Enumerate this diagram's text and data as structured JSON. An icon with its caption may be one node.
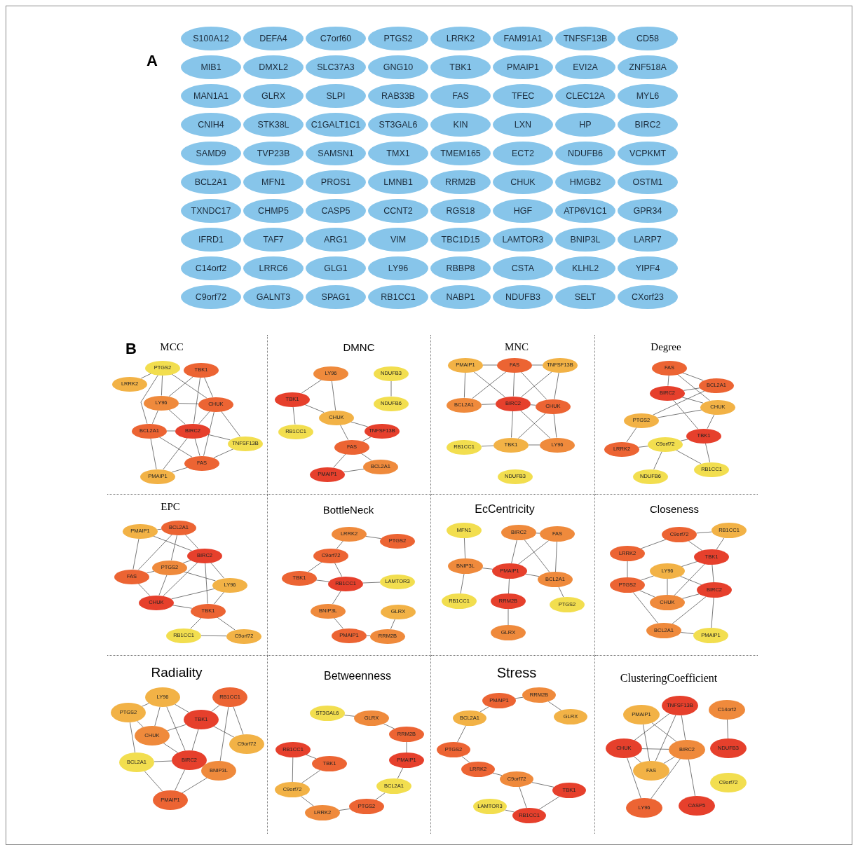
{
  "diagram": {
    "nodes": [
      {
        "text": [
          "S100A12"
        ]
      },
      {
        "text": [
          "DEFA4"
        ]
      },
      {
        "text": [
          "C7orf60"
        ]
      },
      {
        "text": [
          "PTGS2"
        ]
      },
      {
        "text": [
          "LRRK2"
        ]
      },
      {
        "text": [
          "FAM91A1"
        ]
      },
      {
        "text": [
          "TNFSF13B"
        ]
      },
      {
        "text": [
          "CD58"
        ]
      },
      {
        "text": [
          "MIB1"
        ]
      },
      {
        "text": [
          "DMXL2"
        ]
      },
      {
        "text": [
          "SLC37A3"
        ]
      },
      {
        "text": [
          "GNG10"
        ]
      },
      {
        "text": [
          "TBK1"
        ]
      },
      {
        "text": [
          "PMAIP1"
        ]
      },
      {
        "text": [
          "EVI2A"
        ]
      },
      {
        "text": [
          "ZNF518A"
        ]
      },
      {
        "text": [
          "MAN1A1"
        ]
      },
      {
        "text": [
          "GLRX"
        ]
      },
      {
        "text": [
          "SLPI"
        ]
      },
      {
        "text": [
          "RAB33B"
        ]
      },
      {
        "text": [
          "FAS"
        ]
      },
      {
        "text": [
          "TFEC"
        ]
      },
      {
        "text": [
          "CLEC12A"
        ]
      },
      {
        "text": [
          "MYL6"
        ]
      },
      {
        "text": [
          "CNIH4"
        ]
      },
      {
        "text": [
          "STK38L"
        ]
      },
      {
        "text": [
          "C1GALT1C1"
        ]
      },
      {
        "text": [
          "ST3GAL6"
        ]
      },
      {
        "text": [
          "KIN"
        ]
      },
      {
        "text": [
          "LXN"
        ]
      },
      {
        "text": [
          "HP"
        ]
      },
      {
        "text": [
          "BIRC2"
        ]
      },
      {
        "text": [
          "SAMD9"
        ]
      },
      {
        "text": [
          "TVP23B"
        ]
      },
      {
        "text": [
          "SAMSN1"
        ]
      },
      {
        "text": [
          "TMX1"
        ]
      },
      {
        "text": [
          "TMEM165"
        ]
      },
      {
        "text": [
          "ECT2"
        ]
      },
      {
        "text": [
          "NDUFB6"
        ]
      },
      {
        "text": [
          "VCPKMT"
        ]
      },
      {
        "text": [
          "BCL2A1"
        ]
      },
      {
        "text": [
          "MFN1"
        ]
      },
      {
        "text": [
          "PROS1"
        ]
      },
      {
        "text": [
          "LMNB1"
        ]
      },
      {
        "text": [
          "RRM2B"
        ]
      },
      {
        "text": [
          "CHUK"
        ]
      },
      {
        "text": [
          "HMGB2"
        ]
      },
      {
        "text": [
          "OSTM1"
        ]
      },
      {
        "text": [
          "TXNDC17"
        ]
      },
      {
        "text": [
          "CHMP5"
        ]
      },
      {
        "text": [
          "CASP5"
        ]
      },
      {
        "text": [
          "CCNT2"
        ]
      },
      {
        "text": [
          "RGS18"
        ]
      },
      {
        "text": [
          "HGF"
        ]
      },
      {
        "text": [
          "ATP6V1C1"
        ]
      },
      {
        "text": [
          "GPR34"
        ]
      },
      {
        "text": [
          "IFRD1"
        ]
      },
      {
        "text": [
          "TAF7"
        ]
      },
      {
        "text": [
          "ARG1"
        ]
      },
      {
        "text": [
          "VIM"
        ]
      },
      {
        "text": [
          "TBC1D15"
        ]
      },
      {
        "text": [
          "LAMTOR3"
        ]
      },
      {
        "text": [
          "BNIP3L"
        ]
      },
      {
        "text": [
          "LARP7"
        ]
      },
      {
        "text": [
          "C14orf2"
        ]
      },
      {
        "text": [
          "LRRC6"
        ]
      },
      {
        "text": [
          "GLG1"
        ]
      },
      {
        "text": [
          "LY96"
        ]
      },
      {
        "text": [
          "RBBP8"
        ]
      },
      {
        "text": [
          "CSTA"
        ]
      },
      {
        "text": [
          "KLHL2"
        ]
      },
      {
        "text": [
          "YIPF4"
        ]
      },
      {
        "text": [
          "C9orf72"
        ]
      },
      {
        "text": [
          "GALNT3"
        ]
      },
      {
        "text": [
          "SPAG1"
        ]
      },
      {
        "text": [
          "RB1CC1"
        ]
      },
      {
        "text": [
          "NABP1"
        ]
      },
      {
        "text": [
          "NDUFB3"
        ]
      },
      {
        "text": [
          "SELT"
        ]
      },
      {
        "text": [
          "CXorf23"
        ]
      },
      {
        "text": [
          "MCC"
        ]
      },
      {
        "text": [
          "PTGS2"
        ],
        "in": 80
      },
      {
        "text": [
          "TBK1"
        ],
        "in": 80
      },
      {
        "text": [
          "LRRK2"
        ],
        "in": 80
      },
      {
        "text": [
          "LY96"
        ],
        "in": 80
      },
      {
        "text": [
          "CHUK"
        ],
        "in": 80
      },
      {
        "text": [
          "BCL2A1"
        ],
        "in": 80
      },
      {
        "text": [
          "BIRC2"
        ],
        "in": 80
      },
      {
        "text": [
          "TNFSF13B"
        ],
        "in": 80
      },
      {
        "text": [
          "FAS"
        ],
        "in": 80
      },
      {
        "text": [
          "PMAIP1"
        ],
        "in": 80
      },
      {
        "text": [
          "DMNC"
        ]
      },
      {
        "text": [
          "LY96"
        ],
        "in": 91
      },
      {
        "text": [
          "NDUFB3"
        ],
        "in": 91
      },
      {
        "text": [
          "TBK1"
        ],
        "in": 91
      },
      {
        "text": [
          "NDUFB6"
        ],
        "in": 91
      },
      {
        "text": [
          "CHUK"
        ],
        "in": 91
      },
      {
        "text": [
          "RB1CC1"
        ],
        "in": 91
      },
      {
        "text": [
          "TNFSF13B"
        ],
        "in": 91
      },
      {
        "text": [
          "FAS"
        ],
        "in": 91
      },
      {
        "text": [
          "BCL2A1"
        ],
        "in": 91
      },
      {
        "text": [
          "PMAIP1"
        ],
        "in": 91
      },
      {
        "text": [
          "MNC"
        ]
      },
      {
        "text": [
          "PMAIP1"
        ],
        "in": 102
      },
      {
        "text": [
          "FAS"
        ],
        "in": 102
      },
      {
        "text": [
          "TNFSF13B"
        ],
        "in": 102
      },
      {
        "text": [
          "BCL2A1"
        ],
        "in": 102
      },
      {
        "text": [
          "BIRC2"
        ],
        "in": 102
      },
      {
        "text": [
          "CHUK"
        ],
        "in": 102
      },
      {
        "text": [
          "RB1CC1"
        ],
        "in": 102
      },
      {
        "text": [
          "TBK1"
        ],
        "in": 102
      },
      {
        "text": [
          "LY96"
        ],
        "in": 102
      },
      {
        "text": [
          "NDUFB3"
        ],
        "in": 102
      },
      {
        "text": [
          "Degree"
        ]
      },
      {
        "text": [
          "FAS"
        ],
        "in": 113
      },
      {
        "text": [
          "BCL2A1"
        ],
        "in": 113
      },
      {
        "text": [
          "BIRC2"
        ],
        "in": 113
      },
      {
        "text": [
          "CHUK"
        ],
        "in": 113
      },
      {
        "text": [
          "PTGS2"
        ],
        "in": 113
      },
      {
        "text": [
          "TBK1"
        ],
        "in": 113
      },
      {
        "text": [
          "C9orf72"
        ],
        "in": 113
      },
      {
        "text": [
          "LRRK2"
        ],
        "in": 113
      },
      {
        "text": [
          "RB1CC1"
        ],
        "in": 113
      },
      {
        "text": [
          "NDUFB6"
        ],
        "in": 113
      },
      {
        "text": [
          "EPC"
        ]
      },
      {
        "text": [
          "PMAIP1"
        ],
        "in": 124
      },
      {
        "text": [
          "BCL2A1"
        ],
        "in": 124
      },
      {
        "text": [
          "BIRC2"
        ],
        "in": 124
      },
      {
        "text": [
          "PTGS2"
        ],
        "in": 124
      },
      {
        "text": [
          "FAS"
        ],
        "in": 124
      },
      {
        "text": [
          "LY96"
        ],
        "in": 124
      },
      {
        "text": [
          "CHUK"
        ],
        "in": 124
      },
      {
        "text": [
          "TBK1"
        ],
        "in": 124
      },
      {
        "text": [
          "RB1CC1"
        ],
        "in": 124
      },
      {
        "text": [
          "C9orf72"
        ],
        "in": 124
      },
      {
        "text": [
          "BottleNeck"
        ]
      },
      {
        "text": [
          "LRRK2"
        ],
        "in": 135
      },
      {
        "text": [
          "PTGS2"
        ],
        "in": 135
      },
      {
        "text": [
          "C9orf72"
        ],
        "in": 135
      },
      {
        "text": [
          "TBK1"
        ],
        "in": 135
      },
      {
        "text": [
          "RB1CC1"
        ],
        "in": 135
      },
      {
        "text": [
          "LAMTOR3"
        ],
        "in": 135
      },
      {
        "text": [
          "BNIP3L"
        ],
        "in": 135
      },
      {
        "text": [
          "GLRX"
        ],
        "in": 135
      },
      {
        "text": [
          "PMAIP1"
        ],
        "in": 135
      },
      {
        "text": [
          "RRM2B"
        ],
        "in": 135
      },
      {
        "text": [
          "EcCentricity"
        ]
      },
      {
        "text": [
          "MFN1"
        ],
        "in": 146
      },
      {
        "text": [
          "BIRC2"
        ],
        "in": 146
      },
      {
        "text": [
          "FAS"
        ],
        "in": 146
      },
      {
        "text": [
          "BNIP3L"
        ],
        "in": 146
      },
      {
        "text": [
          "PMAIP1"
        ],
        "in": 146
      },
      {
        "text": [
          "BCL2A1"
        ],
        "in": 146
      },
      {
        "text": [
          "RB1CC1"
        ],
        "in": 146
      },
      {
        "text": [
          "RRM2B"
        ],
        "in": 146
      },
      {
        "text": [
          "PTGS2"
        ],
        "in": 146
      },
      {
        "text": [
          "GLRX"
        ],
        "in": 146
      },
      {
        "text": [
          "Closeness"
        ]
      },
      {
        "text": [
          "C9orf72"
        ],
        "in": 157
      },
      {
        "text": [
          "RB1CC1"
        ],
        "in": 157
      },
      {
        "text": [
          "LRRK2"
        ],
        "in": 157
      },
      {
        "text": [
          "TBK1"
        ],
        "in": 157
      },
      {
        "text": [
          "LY96"
        ],
        "in": 157
      },
      {
        "text": [
          "PTGS2"
        ],
        "in": 157
      },
      {
        "text": [
          "BIRC2"
        ],
        "in": 157
      },
      {
        "text": [
          "CHUK"
        ],
        "in": 157
      },
      {
        "text": [
          "BCL2A1"
        ],
        "in": 157
      },
      {
        "text": [
          "PMAIP1"
        ],
        "in": 157
      },
      {
        "text": [
          "Radiality"
        ]
      },
      {
        "text": [
          "LY96"
        ],
        "in": 168
      },
      {
        "text": [
          "RB1CC1"
        ],
        "in": 168
      },
      {
        "text": [
          "PTGS2"
        ],
        "in": 168
      },
      {
        "text": [
          "TBK1"
        ],
        "in": 168
      },
      {
        "text": [
          "CHUK"
        ],
        "in": 168
      },
      {
        "text": [
          "C9orf72"
        ],
        "in": 168
      },
      {
        "text": [
          "BCL2A1"
        ],
        "in": 168
      },
      {
        "text": [
          "BIRC2"
        ],
        "in": 168
      },
      {
        "text": [
          "BNIP3L"
        ],
        "in": 168
      },
      {
        "text": [
          "PMAIP1"
        ],
        "in": 168
      },
      {
        "text": [
          "Betweenness"
        ]
      },
      {
        "text": [
          "ST3GAL6"
        ],
        "in": 179
      },
      {
        "text": [
          "GLRX"
        ],
        "in": 179
      },
      {
        "text": [
          "RRM2B"
        ],
        "in": 179
      },
      {
        "text": [
          "RB1CC1"
        ],
        "in": 179
      },
      {
        "text": [
          "PMAIP1"
        ],
        "in": 179
      },
      {
        "text": [
          "TBK1"
        ],
        "in": 179
      },
      {
        "text": [
          "BCL2A1"
        ],
        "in": 179
      },
      {
        "text": [
          "C9orf72"
        ],
        "in": 179
      },
      {
        "text": [
          "PTGS2"
        ],
        "in": 179
      },
      {
        "text": [
          "LRRK2"
        ],
        "in": 179
      },
      {
        "text": [
          "Stress"
        ]
      },
      {
        "text": [
          "RRM2B"
        ],
        "in": 190
      },
      {
        "text": [
          "PMAIP1"
        ],
        "in": 190
      },
      {
        "text": [
          "BCL2A1"
        ],
        "in": 190
      },
      {
        "text": [
          "GLRX"
        ],
        "in": 190
      },
      {
        "text": [
          "PTGS2"
        ],
        "in": 190
      },
      {
        "text": [
          "LRRK2"
        ],
        "in": 190
      },
      {
        "text": [
          "C9orf72"
        ],
        "in": 190
      },
      {
        "text": [
          "TBK1"
        ],
        "in": 190
      },
      {
        "text": [
          "LAMTOR3"
        ],
        "in": 190
      },
      {
        "text": [
          "RB1CC1"
        ],
        "in": 190
      },
      {
        "text": [
          "ClusteringCoefficient"
        ]
      },
      {
        "text": [
          "TNFSF13B"
        ],
        "in": 201
      },
      {
        "text": [
          "PMAIP1"
        ],
        "in": 201
      },
      {
        "text": [
          "C14orf2"
        ],
        "in": 201
      },
      {
        "text": [
          "CHUK"
        ],
        "in": 201
      },
      {
        "text": [
          "BIRC2"
        ],
        "in": 201
      },
      {
        "text": [
          "NDUFB3"
        ],
        "in": 201
      },
      {
        "text": [
          "FAS"
        ],
        "in": 201
      },
      {
        "text": [
          "C9orf72"
        ],
        "in": 201
      },
      {
        "text": [
          "LY96"
        ],
        "in": 201
      },
      {
        "text": [
          "CASP5"
        ],
        "in": 201
      }
    ],
    "edges": [
      {
        "from": 81,
        "to": 83,
        "arrow": "none"
      },
      {
        "from": 81,
        "to": 84,
        "arrow": "none"
      },
      {
        "from": 81,
        "to": 86,
        "arrow": "none"
      },
      {
        "from": 81,
        "to": 85,
        "arrow": "none"
      },
      {
        "from": 82,
        "to": 84,
        "arrow": "none"
      },
      {
        "from": 82,
        "to": 87,
        "arrow": "none"
      },
      {
        "from": 82,
        "to": 85,
        "arrow": "none"
      },
      {
        "from": 84,
        "to": 85,
        "arrow": "none"
      },
      {
        "from": 84,
        "to": 86,
        "arrow": "none"
      },
      {
        "from": 84,
        "to": 87,
        "arrow": "none"
      },
      {
        "from": 85,
        "to": 87,
        "arrow": "none"
      },
      {
        "from": 85,
        "to": 89,
        "arrow": "none"
      },
      {
        "from": 85,
        "to": 88,
        "arrow": "none"
      },
      {
        "from": 86,
        "to": 87,
        "arrow": "none"
      },
      {
        "from": 86,
        "to": 89,
        "arrow": "none"
      },
      {
        "from": 86,
        "to": 90,
        "arrow": "none"
      },
      {
        "from": 87,
        "to": 89,
        "arrow": "none"
      },
      {
        "from": 87,
        "to": 88,
        "arrow": "none"
      },
      {
        "from": 87,
        "to": 90,
        "arrow": "none"
      },
      {
        "from": 89,
        "to": 88,
        "arrow": "none"
      },
      {
        "from": 89,
        "to": 90,
        "arrow": "none"
      },
      {
        "from": 92,
        "to": 94,
        "arrow": "none"
      },
      {
        "from": 92,
        "to": 96,
        "arrow": "none"
      },
      {
        "from": 93,
        "to": 95,
        "arrow": "none"
      },
      {
        "from": 94,
        "to": 96,
        "arrow": "none"
      },
      {
        "from": 94,
        "to": 97,
        "arrow": "none"
      },
      {
        "from": 96,
        "to": 98,
        "arrow": "none"
      },
      {
        "from": 96,
        "to": 99,
        "arrow": "none"
      },
      {
        "from": 99,
        "to": 98,
        "arrow": "none"
      },
      {
        "from": 99,
        "to": 101,
        "arrow": "none"
      },
      {
        "from": 99,
        "to": 100,
        "arrow": "none"
      },
      {
        "from": 101,
        "to": 100,
        "arrow": "none"
      },
      {
        "from": 103,
        "to": 104,
        "arrow": "none"
      },
      {
        "from": 104,
        "to": 105,
        "arrow": "none"
      },
      {
        "from": 103,
        "to": 106,
        "arrow": "none"
      },
      {
        "from": 103,
        "to": 107,
        "arrow": "none"
      },
      {
        "from": 104,
        "to": 106,
        "arrow": "none"
      },
      {
        "from": 104,
        "to": 107,
        "arrow": "none"
      },
      {
        "from": 104,
        "to": 108,
        "arrow": "none"
      },
      {
        "from": 105,
        "to": 107,
        "arrow": "none"
      },
      {
        "from": 105,
        "to": 108,
        "arrow": "none"
      },
      {
        "from": 106,
        "to": 107,
        "arrow": "none"
      },
      {
        "from": 107,
        "to": 108,
        "arrow": "none"
      },
      {
        "from": 107,
        "to": 110,
        "arrow": "none"
      },
      {
        "from": 107,
        "to": 111,
        "arrow": "none"
      },
      {
        "from": 108,
        "to": 110,
        "arrow": "none"
      },
      {
        "from": 108,
        "to": 111,
        "arrow": "none"
      },
      {
        "from": 109,
        "to": 110,
        "arrow": "none"
      },
      {
        "from": 110,
        "to": 111,
        "arrow": "none"
      },
      {
        "from": 114,
        "to": 116,
        "arrow": "none"
      },
      {
        "from": 114,
        "to": 115,
        "arrow": "none"
      },
      {
        "from": 114,
        "to": 117,
        "arrow": "none"
      },
      {
        "from": 116,
        "to": 115,
        "arrow": "none"
      },
      {
        "from": 116,
        "to": 117,
        "arrow": "none"
      },
      {
        "from": 116,
        "to": 119,
        "arrow": "none"
      },
      {
        "from": 115,
        "to": 118,
        "arrow": "none"
      },
      {
        "from": 118,
        "to": 117,
        "arrow": "none"
      },
      {
        "from": 117,
        "to": 119,
        "arrow": "none"
      },
      {
        "from": 118,
        "to": 121,
        "arrow": "none"
      },
      {
        "from": 121,
        "to": 120,
        "arrow": "none"
      },
      {
        "from": 120,
        "to": 119,
        "arrow": "none"
      },
      {
        "from": 120,
        "to": 122,
        "arrow": "none"
      },
      {
        "from": 120,
        "to": 123,
        "arrow": "none"
      },
      {
        "from": 119,
        "to": 122,
        "arrow": "none"
      },
      {
        "from": 125,
        "to": 126,
        "arrow": "none"
      },
      {
        "from": 125,
        "to": 129,
        "arrow": "none"
      },
      {
        "from": 125,
        "to": 127,
        "arrow": "none"
      },
      {
        "from": 126,
        "to": 129,
        "arrow": "none"
      },
      {
        "from": 126,
        "to": 128,
        "arrow": "none"
      },
      {
        "from": 126,
        "to": 127,
        "arrow": "none"
      },
      {
        "from": 129,
        "to": 128,
        "arrow": "none"
      },
      {
        "from": 129,
        "to": 131,
        "arrow": "none"
      },
      {
        "from": 128,
        "to": 127,
        "arrow": "none"
      },
      {
        "from": 128,
        "to": 130,
        "arrow": "none"
      },
      {
        "from": 128,
        "to": 131,
        "arrow": "none"
      },
      {
        "from": 131,
        "to": 127,
        "arrow": "none"
      },
      {
        "from": 127,
        "to": 130,
        "arrow": "none"
      },
      {
        "from": 127,
        "to": 132,
        "arrow": "none"
      },
      {
        "from": 131,
        "to": 130,
        "arrow": "none"
      },
      {
        "from": 131,
        "to": 132,
        "arrow": "none"
      },
      {
        "from": 130,
        "to": 132,
        "arrow": "none"
      },
      {
        "from": 132,
        "to": 133,
        "arrow": "none"
      },
      {
        "from": 132,
        "to": 134,
        "arrow": "none"
      },
      {
        "from": 133,
        "to": 134,
        "arrow": "none"
      },
      {
        "from": 136,
        "to": 137,
        "arrow": "none"
      },
      {
        "from": 136,
        "to": 138,
        "arrow": "none"
      },
      {
        "from": 138,
        "to": 139,
        "arrow": "none"
      },
      {
        "from": 138,
        "to": 140,
        "arrow": "none"
      },
      {
        "from": 139,
        "to": 140,
        "arrow": "none"
      },
      {
        "from": 140,
        "to": 141,
        "arrow": "none"
      },
      {
        "from": 140,
        "to": 142,
        "arrow": "none"
      },
      {
        "from": 142,
        "to": 144,
        "arrow": "none"
      },
      {
        "from": 144,
        "to": 145,
        "arrow": "none"
      },
      {
        "from": 145,
        "to": 143,
        "arrow": "none"
      },
      {
        "from": 147,
        "to": 150,
        "arrow": "none"
      },
      {
        "from": 150,
        "to": 153,
        "arrow": "none"
      },
      {
        "from": 150,
        "to": 151,
        "arrow": "none"
      },
      {
        "from": 148,
        "to": 149,
        "arrow": "none"
      },
      {
        "from": 148,
        "to": 151,
        "arrow": "none"
      },
      {
        "from": 148,
        "to": 152,
        "arrow": "none"
      },
      {
        "from": 149,
        "to": 151,
        "arrow": "none"
      },
      {
        "from": 149,
        "to": 152,
        "arrow": "none"
      },
      {
        "from": 151,
        "to": 152,
        "arrow": "none"
      },
      {
        "from": 151,
        "to": 154,
        "arrow": "none"
      },
      {
        "from": 154,
        "to": 156,
        "arrow": "none"
      },
      {
        "from": 152,
        "to": 155,
        "arrow": "none"
      },
      {
        "from": 158,
        "to": 159,
        "arrow": "none"
      },
      {
        "from": 158,
        "to": 160,
        "arrow": "none"
      },
      {
        "from": 158,
        "to": 161,
        "arrow": "none"
      },
      {
        "from": 159,
        "to": 161,
        "arrow": "none"
      },
      {
        "from": 160,
        "to": 163,
        "arrow": "none"
      },
      {
        "from": 161,
        "to": 162,
        "arrow": "none"
      },
      {
        "from": 161,
        "to": 165,
        "arrow": "none"
      },
      {
        "from": 161,
        "to": 164,
        "arrow": "none"
      },
      {
        "from": 162,
        "to": 163,
        "arrow": "none"
      },
      {
        "from": 162,
        "to": 165,
        "arrow": "none"
      },
      {
        "from": 162,
        "to": 164,
        "arrow": "none"
      },
      {
        "from": 163,
        "to": 165,
        "arrow": "none"
      },
      {
        "from": 163,
        "to": 166,
        "arrow": "none"
      },
      {
        "from": 165,
        "to": 164,
        "arrow": "none"
      },
      {
        "from": 164,
        "to": 166,
        "arrow": "none"
      },
      {
        "from": 164,
        "to": 167,
        "arrow": "none"
      },
      {
        "from": 166,
        "to": 167,
        "arrow": "none"
      },
      {
        "from": 169,
        "to": 171,
        "arrow": "none"
      },
      {
        "from": 169,
        "to": 173,
        "arrow": "none"
      },
      {
        "from": 169,
        "to": 172,
        "arrow": "none"
      },
      {
        "from": 169,
        "to": 176,
        "arrow": "none"
      },
      {
        "from": 171,
        "to": 173,
        "arrow": "none"
      },
      {
        "from": 171,
        "to": 175,
        "arrow": "none"
      },
      {
        "from": 172,
        "to": 173,
        "arrow": "none"
      },
      {
        "from": 172,
        "to": 170,
        "arrow": "none"
      },
      {
        "from": 172,
        "to": 174,
        "arrow": "none"
      },
      {
        "from": 172,
        "to": 176,
        "arrow": "none"
      },
      {
        "from": 170,
        "to": 174,
        "arrow": "none"
      },
      {
        "from": 170,
        "to": 177,
        "arrow": "none"
      },
      {
        "from": 173,
        "to": 176,
        "arrow": "none"
      },
      {
        "from": 175,
        "to": 176,
        "arrow": "none"
      },
      {
        "from": 175,
        "to": 178,
        "arrow": "none"
      },
      {
        "from": 176,
        "to": 178,
        "arrow": "none"
      },
      {
        "from": 178,
        "to": 177,
        "arrow": "none"
      },
      {
        "from": 180,
        "to": 181,
        "arrow": "none"
      },
      {
        "from": 181,
        "to": 182,
        "arrow": "none"
      },
      {
        "from": 182,
        "to": 184,
        "arrow": "none"
      },
      {
        "from": 184,
        "to": 186,
        "arrow": "none"
      },
      {
        "from": 186,
        "to": 188,
        "arrow": "none"
      },
      {
        "from": 188,
        "to": 189,
        "arrow": "none"
      },
      {
        "from": 189,
        "to": 187,
        "arrow": "none"
      },
      {
        "from": 187,
        "to": 183,
        "arrow": "none"
      },
      {
        "from": 187,
        "to": 185,
        "arrow": "none"
      },
      {
        "from": 183,
        "to": 185,
        "arrow": "none"
      },
      {
        "from": 192,
        "to": 191,
        "arrow": "none"
      },
      {
        "from": 191,
        "to": 194,
        "arrow": "none"
      },
      {
        "from": 192,
        "to": 193,
        "arrow": "none"
      },
      {
        "from": 193,
        "to": 195,
        "arrow": "none"
      },
      {
        "from": 195,
        "to": 196,
        "arrow": "none"
      },
      {
        "from": 196,
        "to": 197,
        "arrow": "none"
      },
      {
        "from": 197,
        "to": 198,
        "arrow": "none"
      },
      {
        "from": 197,
        "to": 200,
        "arrow": "none"
      },
      {
        "from": 198,
        "to": 200,
        "arrow": "none"
      },
      {
        "from": 199,
        "to": 200,
        "arrow": "none"
      },
      {
        "from": 202,
        "to": 205,
        "arrow": "none"
      },
      {
        "from": 202,
        "to": 208,
        "arrow": "none"
      },
      {
        "from": 202,
        "to": 206,
        "arrow": "none"
      },
      {
        "from": 203,
        "to": 208,
        "arrow": "none"
      },
      {
        "from": 203,
        "to": 206,
        "arrow": "none"
      },
      {
        "from": 205,
        "to": 206,
        "arrow": "none"
      },
      {
        "from": 205,
        "to": 208,
        "arrow": "none"
      },
      {
        "from": 205,
        "to": 210,
        "arrow": "none"
      },
      {
        "from": 206,
        "to": 208,
        "arrow": "none"
      },
      {
        "from": 206,
        "to": 210,
        "arrow": "none"
      },
      {
        "from": 206,
        "to": 211,
        "arrow": "none"
      },
      {
        "from": 204,
        "to": 207,
        "arrow": "none"
      }
    ],
    "labels": [
      "A",
      "B"
    ]
  }
}
